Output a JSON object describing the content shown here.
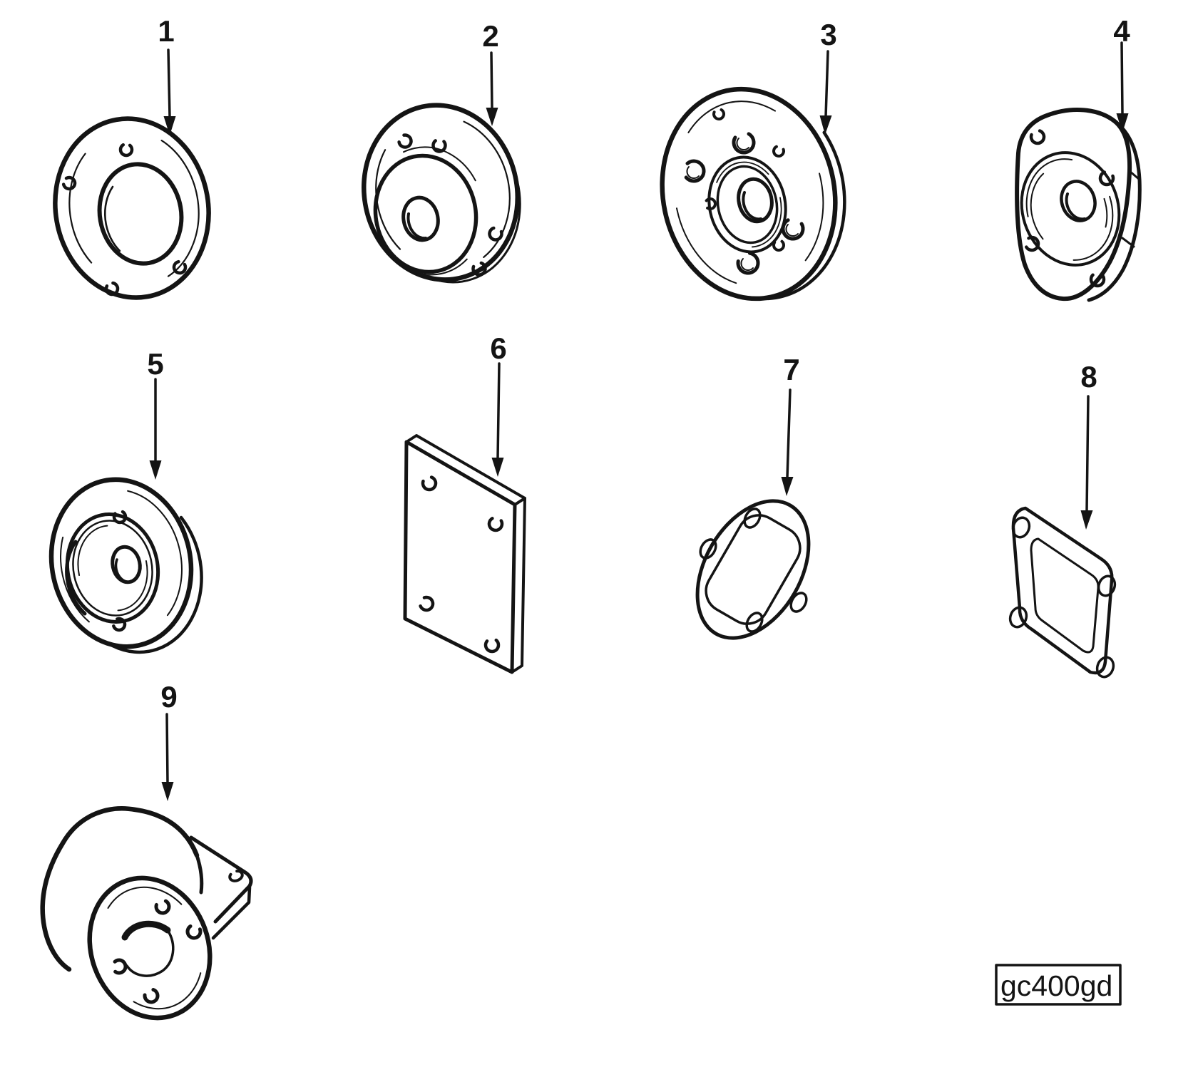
{
  "figure": {
    "code": "gc400gd",
    "callouts": [
      {
        "label": "1"
      },
      {
        "label": "2"
      },
      {
        "label": "3"
      },
      {
        "label": "4"
      },
      {
        "label": "5"
      },
      {
        "label": "6"
      },
      {
        "label": "7"
      },
      {
        "label": "8"
      },
      {
        "label": "9"
      }
    ]
  },
  "colors": {
    "line": "#141414",
    "background": "#ffffff"
  }
}
